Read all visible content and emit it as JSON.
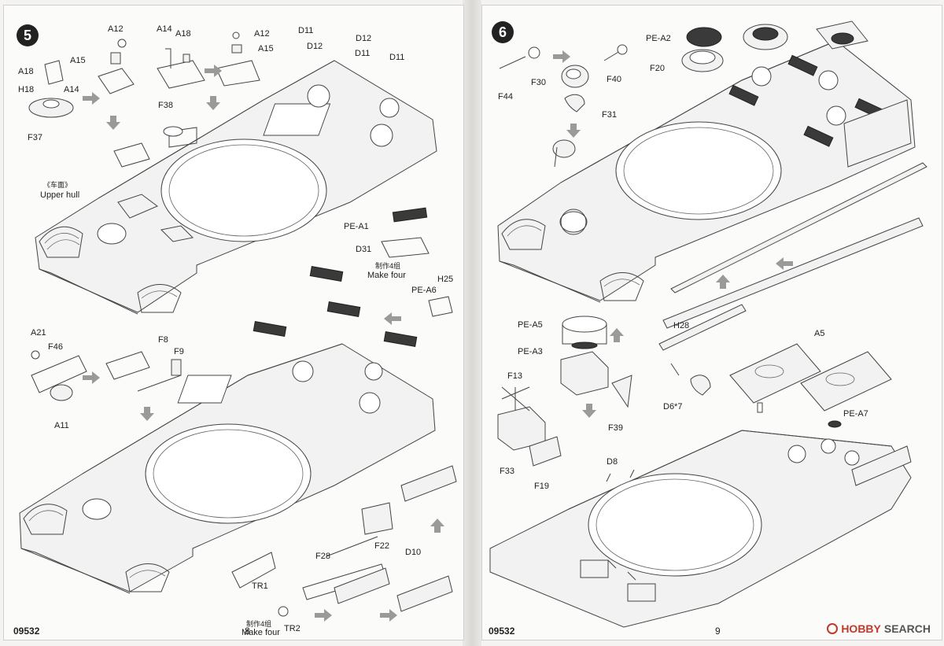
{
  "doc": {
    "kit_code": "09532"
  },
  "page_left": {
    "step": "5",
    "page_number": "8",
    "labels": {
      "a12a": "A12",
      "a14a": "A14",
      "a18a": "A18",
      "a12b": "A12",
      "a15a": "A15",
      "a15b": "A15",
      "a18b": "A18",
      "h18": "H18",
      "a14b": "A14",
      "f37": "F37",
      "f38": "F38",
      "d11a": "D11",
      "d12a": "D12",
      "d12b": "D12",
      "d11b": "D11",
      "d11c": "D11",
      "upper_hull_cn": "《车面》",
      "upper_hull_en": "Upper hull",
      "pe_a1": "PE-A1",
      "d31": "D31",
      "make4_cn_a": "制作4组",
      "make4_en_a": "Make four",
      "pe_a6": "PE-A6",
      "h25": "H25",
      "a21": "A21",
      "f46": "F46",
      "f8": "F8",
      "f9": "F9",
      "a11": "A11",
      "f22": "F22",
      "f28": "F28",
      "d10": "D10",
      "tr1": "TR1",
      "make4_cn_b": "制作4组",
      "make4_en_b": "Make four",
      "tr2": "TR2"
    }
  },
  "page_right": {
    "step": "6",
    "page_number": "9",
    "labels": {
      "pe_a2": "PE-A2",
      "f20": "F20",
      "f30": "F30",
      "f40": "F40",
      "f44": "F44",
      "f31": "F31",
      "h28": "H28",
      "a5": "A5",
      "pe_a5": "PE-A5",
      "pe_a3": "PE-A3",
      "f13": "F13",
      "f39": "F39",
      "d6x7": "D6*7",
      "pe_a7": "PE-A7",
      "f33": "F33",
      "f19": "F19",
      "d8": "D8"
    }
  },
  "watermark": {
    "brand_a": "HOBBY",
    "brand_b": "SEARCH"
  }
}
